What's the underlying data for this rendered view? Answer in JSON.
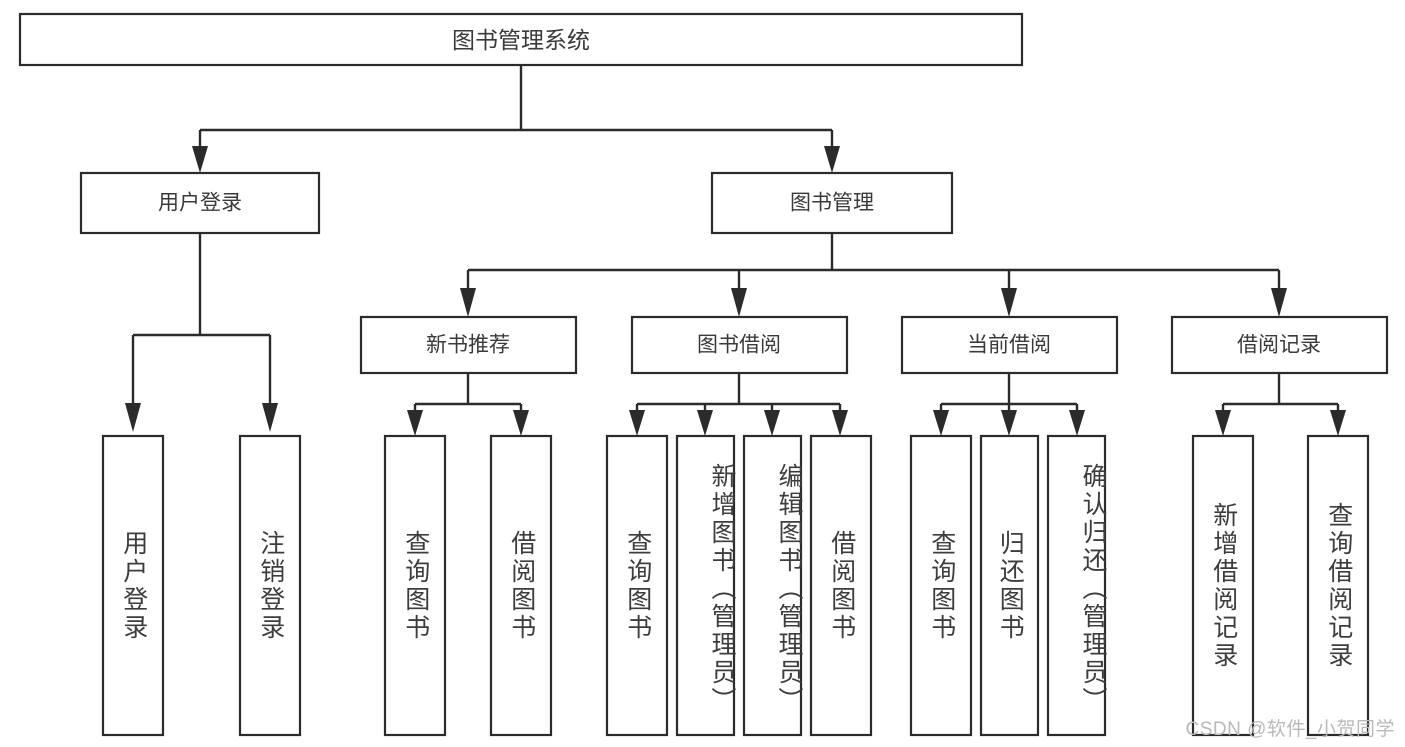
{
  "diagram": {
    "type": "hierarchy-tree",
    "title": "图书管理系统",
    "watermark": "CSDN @软件_小贺同学",
    "colors": {
      "background": "#ffffff",
      "box_stroke": "#2b2b2b",
      "box_fill": "#ffffff",
      "text": "#3a3a3a",
      "connector": "#2b2b2b",
      "watermark": "#b9b9b9"
    },
    "root": {
      "label": "图书管理系统",
      "id": "root-book-management-system"
    },
    "level2": [
      {
        "id": "user-login",
        "label": "用户登录"
      },
      {
        "id": "book-management",
        "label": "图书管理"
      }
    ],
    "level3": [
      {
        "id": "new-book-recommend",
        "label": "新书推荐",
        "parent": "book-management"
      },
      {
        "id": "book-borrow",
        "label": "图书借阅",
        "parent": "book-management"
      },
      {
        "id": "current-borrow",
        "label": "当前借阅",
        "parent": "book-management"
      },
      {
        "id": "borrow-record",
        "label": "借阅记录",
        "parent": "book-management"
      }
    ],
    "leaves": [
      {
        "id": "leaf-user-login",
        "label": "用户登录",
        "parent": "user-login"
      },
      {
        "id": "leaf-logout-login",
        "label": "注销登录",
        "parent": "user-login"
      },
      {
        "id": "leaf-query-book-1",
        "label": "查询图书",
        "parent": "new-book-recommend"
      },
      {
        "id": "leaf-borrow-book-1",
        "label": "借阅图书",
        "parent": "new-book-recommend"
      },
      {
        "id": "leaf-query-book-2",
        "label": "查询图书",
        "parent": "book-borrow"
      },
      {
        "id": "leaf-add-book-admin",
        "label": "新增图书（管理员）",
        "parent": "book-borrow"
      },
      {
        "id": "leaf-edit-book-admin",
        "label": "编辑图书（管理员）",
        "parent": "book-borrow"
      },
      {
        "id": "leaf-borrow-book-2",
        "label": "借阅图书",
        "parent": "book-borrow"
      },
      {
        "id": "leaf-query-book-3",
        "label": "查询图书",
        "parent": "current-borrow"
      },
      {
        "id": "leaf-return-book",
        "label": "归还图书",
        "parent": "current-borrow"
      },
      {
        "id": "leaf-confirm-return-admin",
        "label": "确认归还（管理员）",
        "parent": "current-borrow"
      },
      {
        "id": "leaf-add-borrow-record",
        "label": "新增借阅记录",
        "parent": "borrow-record"
      },
      {
        "id": "leaf-query-borrow-record",
        "label": "查询借阅记录",
        "parent": "borrow-record"
      }
    ]
  }
}
